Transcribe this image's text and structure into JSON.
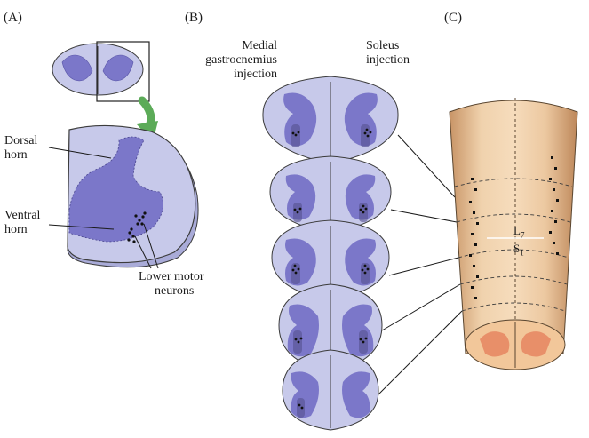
{
  "panels": {
    "a": {
      "letter": "(A)"
    },
    "b": {
      "letter": "(B)"
    },
    "c": {
      "letter": "(C)"
    }
  },
  "labels": {
    "dorsal_horn": [
      "Dorsal",
      "horn"
    ],
    "ventral_horn": [
      "Ventral",
      "horn"
    ],
    "lower_motor_neurons": [
      "Lower motor",
      "neurons"
    ],
    "medial_gastrocnemius": [
      "Medial",
      "gastrocnemius",
      "injection"
    ],
    "soleus": [
      "Soleus",
      "injection"
    ],
    "segment_upper": {
      "base": "L",
      "sub": "7"
    },
    "segment_lower": {
      "base": "S",
      "sub": "1"
    }
  },
  "colors": {
    "white_matter": "#c7c9ea",
    "gray_matter": "#7b77c9",
    "outline": "#3c3c3c",
    "cord_tan": "#e8c49a",
    "cord_gray_orange": "#e88f69",
    "arrow_green": "#5cab58",
    "neuron_dot": "#111111"
  }
}
